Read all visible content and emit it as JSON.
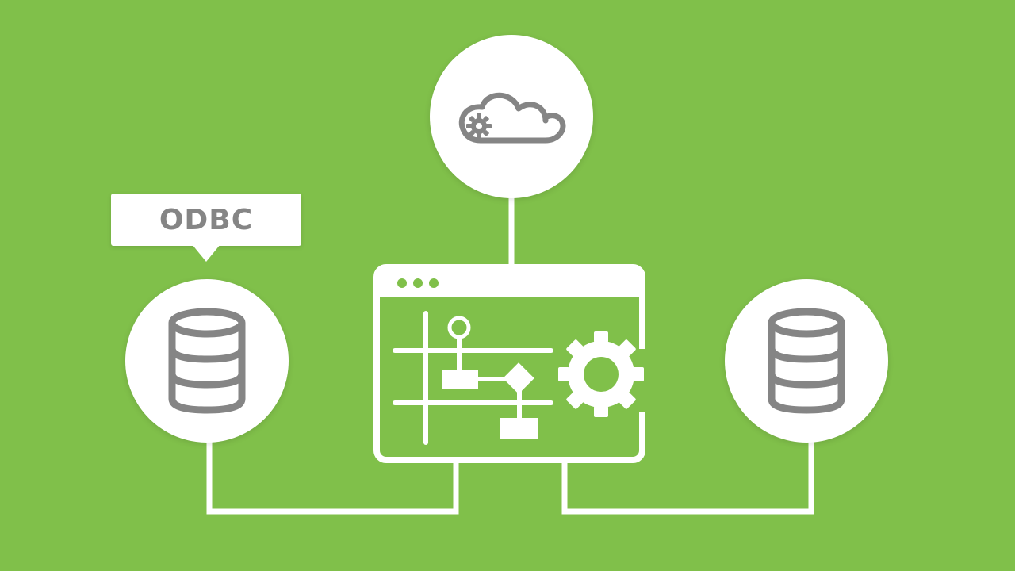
{
  "diagram": {
    "background_color": "#80c04a",
    "foreground_color": "#ffffff",
    "icon_color": "#858585",
    "nodes": [
      {
        "id": "cloud",
        "icon": "cloud-gear-icon"
      },
      {
        "id": "left-db",
        "icon": "database-icon",
        "label": "ODBC"
      },
      {
        "id": "app",
        "icon": "application-window-icon",
        "contents": [
          "window-dots-icon",
          "flowchart-icon",
          "gear-icon"
        ]
      },
      {
        "id": "right-db",
        "icon": "database-icon"
      }
    ],
    "connections": [
      {
        "from": "cloud",
        "to": "app"
      },
      {
        "from": "left-db",
        "to": "app"
      },
      {
        "from": "app",
        "to": "right-db"
      }
    ]
  }
}
